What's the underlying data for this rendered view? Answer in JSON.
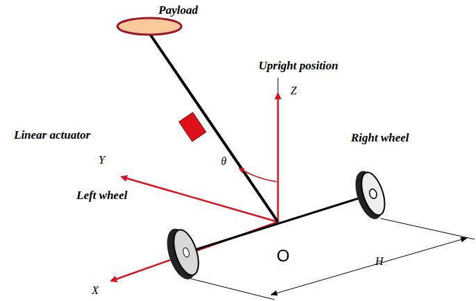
{
  "diagram": {
    "labels": [
      "Payload",
      "Upright position",
      "Linear actuator",
      "θ",
      "Z",
      "Y",
      "Right wheel",
      "Left wheel",
      "X",
      "O",
      "H"
    ]
  }
}
